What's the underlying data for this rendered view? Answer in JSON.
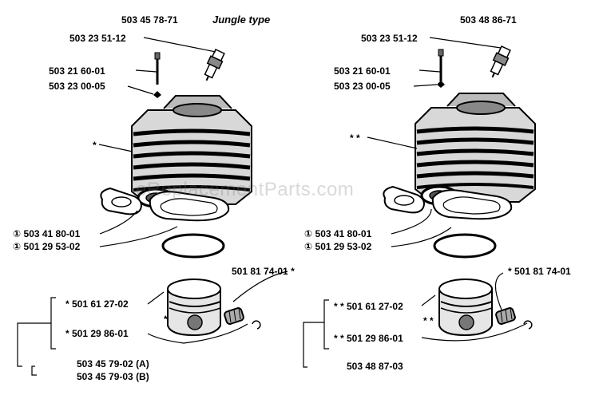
{
  "watermark": "eReplacementParts.com",
  "left": {
    "assembly_number": "503 45 78-71",
    "variant": "Jungle type",
    "spark_plug": "503 23 51-12",
    "stud": "503 21 60-01",
    "washer": "503 23 00-05",
    "cylinder_marker": "*",
    "gasket_1": "503 41 80-01",
    "gasket_2": "501 29 53-02",
    "circlip_note": "501 81 74-01 *",
    "piston": "* 501 61 27-02",
    "pin_marker": "*",
    "ring": "* 501 29 86-01",
    "kit_a": "503 45 79-02 (A)",
    "kit_b": "503 45 79-03 (B)"
  },
  "right": {
    "assembly_number": "503 48 86-71",
    "spark_plug": "503 23 51-12",
    "stud": "503 21 60-01",
    "washer": "503 23 00-05",
    "cylinder_marker": "* *",
    "gasket_1": "503 41 80-01",
    "gasket_2": "501 29 53-02",
    "circlip_note": "* 501 81 74-01",
    "piston": "* * 501 61 27-02",
    "pin_marker": "* *",
    "ring": "* * 501 29 86-01",
    "kit": "503 48 87-03"
  },
  "circle_symbol": "①"
}
